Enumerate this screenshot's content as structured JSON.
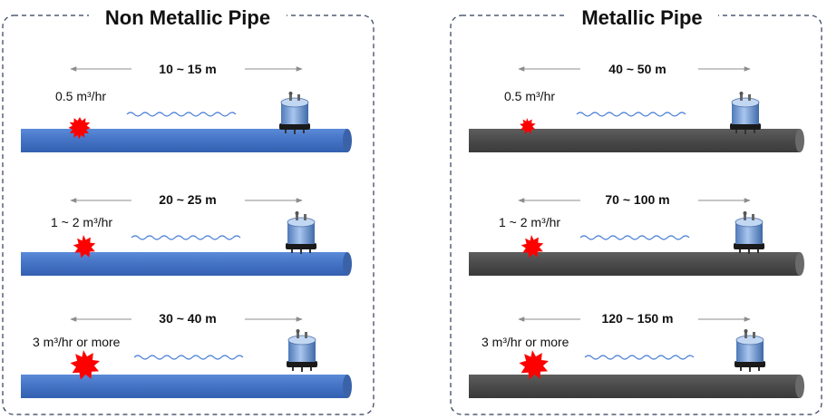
{
  "colors": {
    "non_metallic_pipe": "#4472c4",
    "metallic_pipe": "#505050",
    "leak": "#ff0000",
    "wave": "#4a7fd6",
    "panel_border": "#2f3a5a",
    "arrow": "#8c8c8c"
  },
  "icons": {
    "sensor": "acoustic-sensor-icon",
    "leak": "leak-burst-icon",
    "wave": "sound-wave-icon"
  },
  "panels": [
    {
      "title": "Non Metallic Pipe",
      "pipe_type": "non_metallic",
      "rows": [
        {
          "distance": "10 ~ 15 m",
          "rate": "0.5 m³/hr",
          "leak_size": "small"
        },
        {
          "distance": "20 ~ 25 m",
          "rate": "1 ~ 2 m³/hr",
          "leak_size": "medium"
        },
        {
          "distance": "30 ~ 40 m",
          "rate": "3 m³/hr or more",
          "leak_size": "large"
        }
      ]
    },
    {
      "title": "Metallic Pipe",
      "pipe_type": "metallic",
      "rows": [
        {
          "distance": "40 ~ 50 m",
          "rate": "0.5 m³/hr",
          "leak_size": "small"
        },
        {
          "distance": "70 ~ 100 m",
          "rate": "1 ~ 2 m³/hr",
          "leak_size": "medium"
        },
        {
          "distance": "120 ~ 150 m",
          "rate": "3 m³/hr or more",
          "leak_size": "large"
        }
      ]
    }
  ]
}
